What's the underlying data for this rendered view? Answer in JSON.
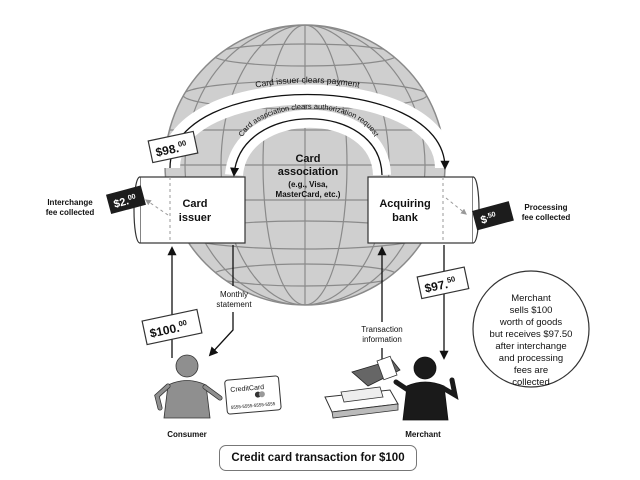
{
  "diagram": {
    "arc_labels": {
      "issuer_clears_payment": "Card issuer clears payment",
      "association_clears_authorization": "Card association clears authorization request"
    },
    "card_association": {
      "title_line1": "Card",
      "title_line2": "association",
      "sub_line1": "(e.g., Visa,",
      "sub_line2": "MasterCard, etc.)"
    },
    "card_issuer": {
      "line1": "Card",
      "line2": "issuer"
    },
    "acquiring_bank": {
      "line1": "Acquiring",
      "line2": "bank"
    },
    "interchange_label": {
      "line1": "Interchange",
      "line2": "fee collected"
    },
    "processing_label": {
      "line1": "Processing",
      "line2": "fee collected"
    },
    "tags": {
      "amount_98": {
        "main": "$98.",
        "cents": "00"
      },
      "amount_100": {
        "main": "$100.",
        "cents": "00"
      },
      "amount_97_50": {
        "main": "$97.",
        "cents": "50"
      },
      "interchange_fee": {
        "main": "$2.",
        "cents": "00"
      },
      "processing_fee": {
        "main": "$",
        "cents": ".50"
      }
    },
    "monthly_statement": {
      "line1": "Monthly",
      "line2": "statement"
    },
    "transaction_information": {
      "line1": "Transaction",
      "line2": "information"
    },
    "consumer_label": "Consumer",
    "merchant_label": "Merchant",
    "credit_card": {
      "brand": "CreditCard",
      "number": "5555-5555-5555-5555"
    },
    "merchant_note": {
      "line1": "Merchant",
      "line2": "sells $100",
      "line3": "worth of goods",
      "line4": "but receives $97.50",
      "line5": "after interchange",
      "line6": "and processing",
      "line7": "fees are",
      "line8": "collected"
    },
    "caption": "Credit card transaction for $100"
  },
  "colors": {
    "globe_fill": "#cfcfcf",
    "globe_lines": "#8a8a8a",
    "tag_dark": "#1c1c1c",
    "person_consumer": "#8f8f8f",
    "person_merchant": "#1a1a1a"
  }
}
